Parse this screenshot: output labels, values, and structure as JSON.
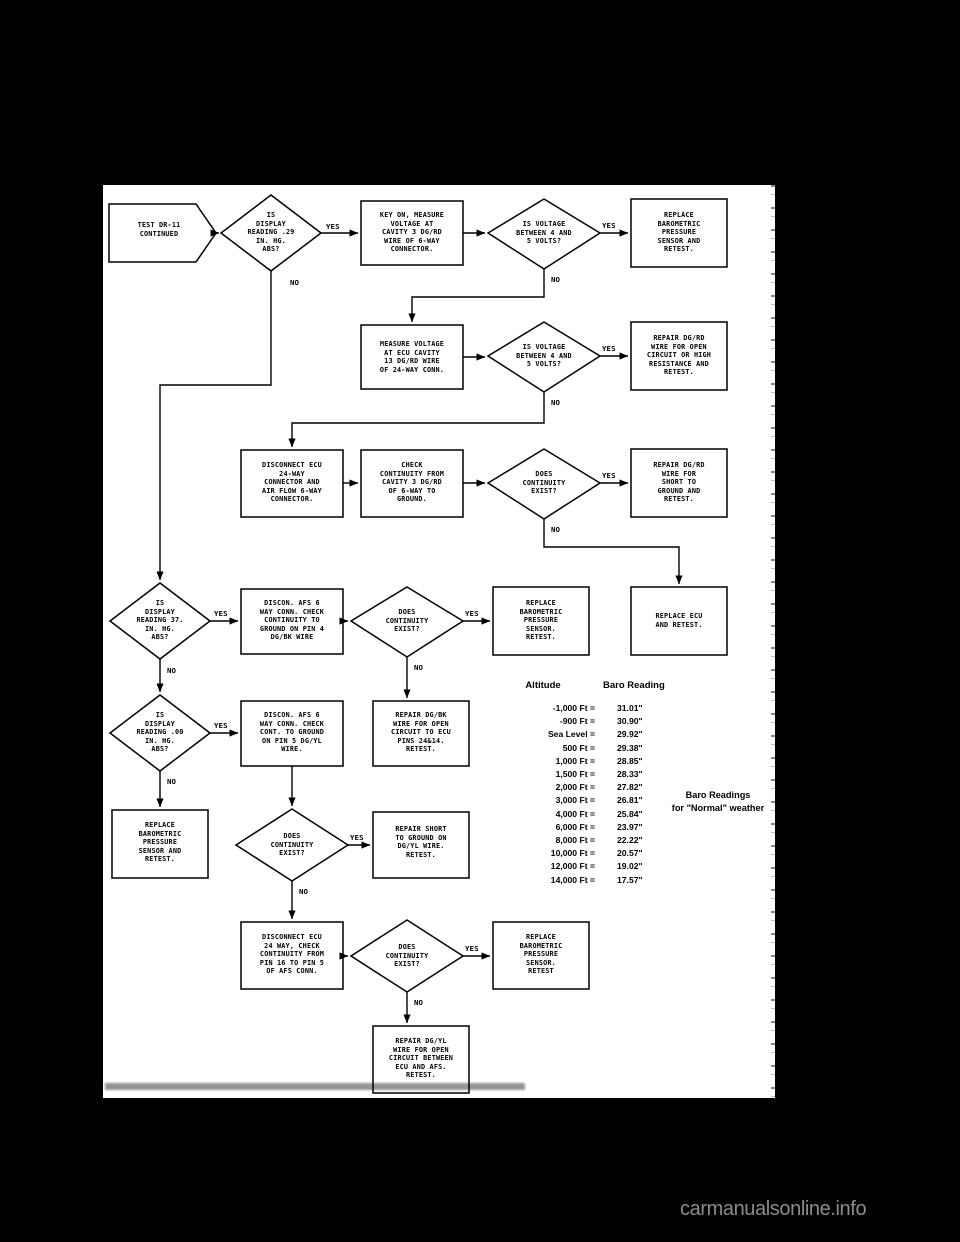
{
  "document": {
    "watermark": "carmanualsonline.info"
  },
  "flowchart": {
    "type": "diagnostic-flowchart",
    "nodes": [
      {
        "id": "start",
        "shape": "arrow",
        "text": "TEST DR-11\nCONTINUED"
      },
      {
        "id": "d1",
        "shape": "diamond",
        "text": "IS\nDISPLAY\nREADING .29\nIN. HG.\nABS?"
      },
      {
        "id": "p1",
        "shape": "rect",
        "text": "KEY ON, MEASURE\nVOLTAGE AT\nCAVITY 3 DG/RD\nWIRE OF 6-WAY\nCONNECTOR."
      },
      {
        "id": "d2",
        "shape": "diamond",
        "text": "IS VOLTAGE\nBETWEEN 4 AND\n5 VOLTS?"
      },
      {
        "id": "r1",
        "shape": "rect",
        "text": "REPLACE\nBAROMETRIC\nPRESSURE\nSENSOR AND\nRETEST."
      },
      {
        "id": "p2",
        "shape": "rect",
        "text": "MEASURE VOLTAGE\nAT ECU CAVITY\n13 DG/RD WIRE\nOF 24-WAY CONN."
      },
      {
        "id": "d3",
        "shape": "diamond",
        "text": "IS VOLTAGE\nBETWEEN 4 AND\n5 VOLTS?"
      },
      {
        "id": "r2",
        "shape": "rect",
        "text": "REPAIR DG/RD\nWIRE FOR OPEN\nCIRCUIT OR HIGH\nRESISTANCE AND\nRETEST."
      },
      {
        "id": "p3",
        "shape": "rect",
        "text": "DISCONNECT ECU\n24-WAY\nCONNECTOR AND\nAIR FLOW 6-WAY\nCONNECTOR."
      },
      {
        "id": "p4",
        "shape": "rect",
        "text": "CHECK\nCONTINUITY FROM\nCAVITY 3 DG/RD\nOF 6-WAY TO\nGROUND."
      },
      {
        "id": "d4",
        "shape": "diamond",
        "text": "DOES\nCONTINUITY\nEXIST?"
      },
      {
        "id": "r3",
        "shape": "rect",
        "text": "REPAIR DG/RD\nWIRE FOR\nSHORT TO\nGROUND AND\nRETEST."
      },
      {
        "id": "d5",
        "shape": "diamond",
        "text": "IS\nDISPLAY\nREADING 37.\nIN. HG.\nABS?"
      },
      {
        "id": "p5",
        "shape": "rect",
        "text": "DISCON. AFS 6\nWAY CONN. CHECK\nCONTINUITY TO\nGROUND ON PIN 4\nDG/BK WIRE"
      },
      {
        "id": "d6",
        "shape": "diamond",
        "text": "DOES\nCONTINUITY\nEXIST?"
      },
      {
        "id": "r4",
        "shape": "rect",
        "text": "REPLACE\nBAROMETRIC\nPRESSURE\nSENSOR.\nRETEST."
      },
      {
        "id": "r5",
        "shape": "rect",
        "text": "REPLACE ECU\nAND RETEST."
      },
      {
        "id": "d7",
        "shape": "diamond",
        "text": "IS\nDISPLAY\nREADING .00\nIN. HG.\nABS?"
      },
      {
        "id": "p6",
        "shape": "rect",
        "text": "DISCON. AFS 6\nWAY CONN. CHECK\nCONT. TO GROUND\nON PIN 5 DG/YL\nWIRE."
      },
      {
        "id": "r6",
        "shape": "rect",
        "text": "REPAIR DG/BK\nWIRE FOR OPEN\nCIRCUIT TO ECU\nPINS 24&14.\nRETEST."
      },
      {
        "id": "r7",
        "shape": "rect",
        "text": "REPLACE\nBAROMETRIC\nPRESSURE\nSENSOR AND\nRETEST."
      },
      {
        "id": "d8",
        "shape": "diamond",
        "text": "DOES\nCONTINUITY\nEXIST?"
      },
      {
        "id": "r8",
        "shape": "rect",
        "text": "REPAIR SHORT\nTO GROUND ON\nDG/YL WIRE.\nRETEST."
      },
      {
        "id": "p7",
        "shape": "rect",
        "text": "DISCONNECT ECU\n24 WAY, CHECK\nCONTINUITY FROM\nPIN 16 TO PIN 5\nOF AFS CONN."
      },
      {
        "id": "d9",
        "shape": "diamond",
        "text": "DOES\nCONTINUITY\nEXIST?"
      },
      {
        "id": "r9",
        "shape": "rect",
        "text": "REPLACE\nBAROMETRIC\nPRESSURE\nSENSOR.\nRETEST"
      },
      {
        "id": "r10",
        "shape": "rect",
        "text": "REPAIR DG/YL\nWIRE FOR OPEN\nCIRCUIT BETWEEN\nECU AND AFS.\nRETEST."
      }
    ],
    "edge_labels": {
      "yes": "YES",
      "no": "NO"
    }
  },
  "baro_table": {
    "header": {
      "altitude": "Altitude",
      "baro": "Baro Reading"
    },
    "note_line1": "Baro Readings",
    "note_line2": "for \"Normal\" weather",
    "rows": [
      {
        "altitude": "-1,000 Ft =",
        "baro": "31.01\""
      },
      {
        "altitude": "-900 Ft =",
        "baro": "30.90\""
      },
      {
        "altitude": "Sea Level =",
        "baro": "29.92\""
      },
      {
        "altitude": "500 Ft =",
        "baro": "29.38\""
      },
      {
        "altitude": "1,000 Ft =",
        "baro": "28.85\""
      },
      {
        "altitude": "1,500 Ft =",
        "baro": "28.33\""
      },
      {
        "altitude": "2,000 Ft =",
        "baro": "27.82\""
      },
      {
        "altitude": "3,000 Ft =",
        "baro": "26.81\""
      },
      {
        "altitude": "4,000 Ft =",
        "baro": "25.84\""
      },
      {
        "altitude": "6,000 Ft =",
        "baro": "23.97\""
      },
      {
        "altitude": "8,000 Ft =",
        "baro": "22.22\""
      },
      {
        "altitude": "10,000 Ft =",
        "baro": "20.57\""
      },
      {
        "altitude": "12,000 Ft =",
        "baro": "19.02\""
      },
      {
        "altitude": "14,000 Ft =",
        "baro": "17.57\""
      }
    ]
  }
}
